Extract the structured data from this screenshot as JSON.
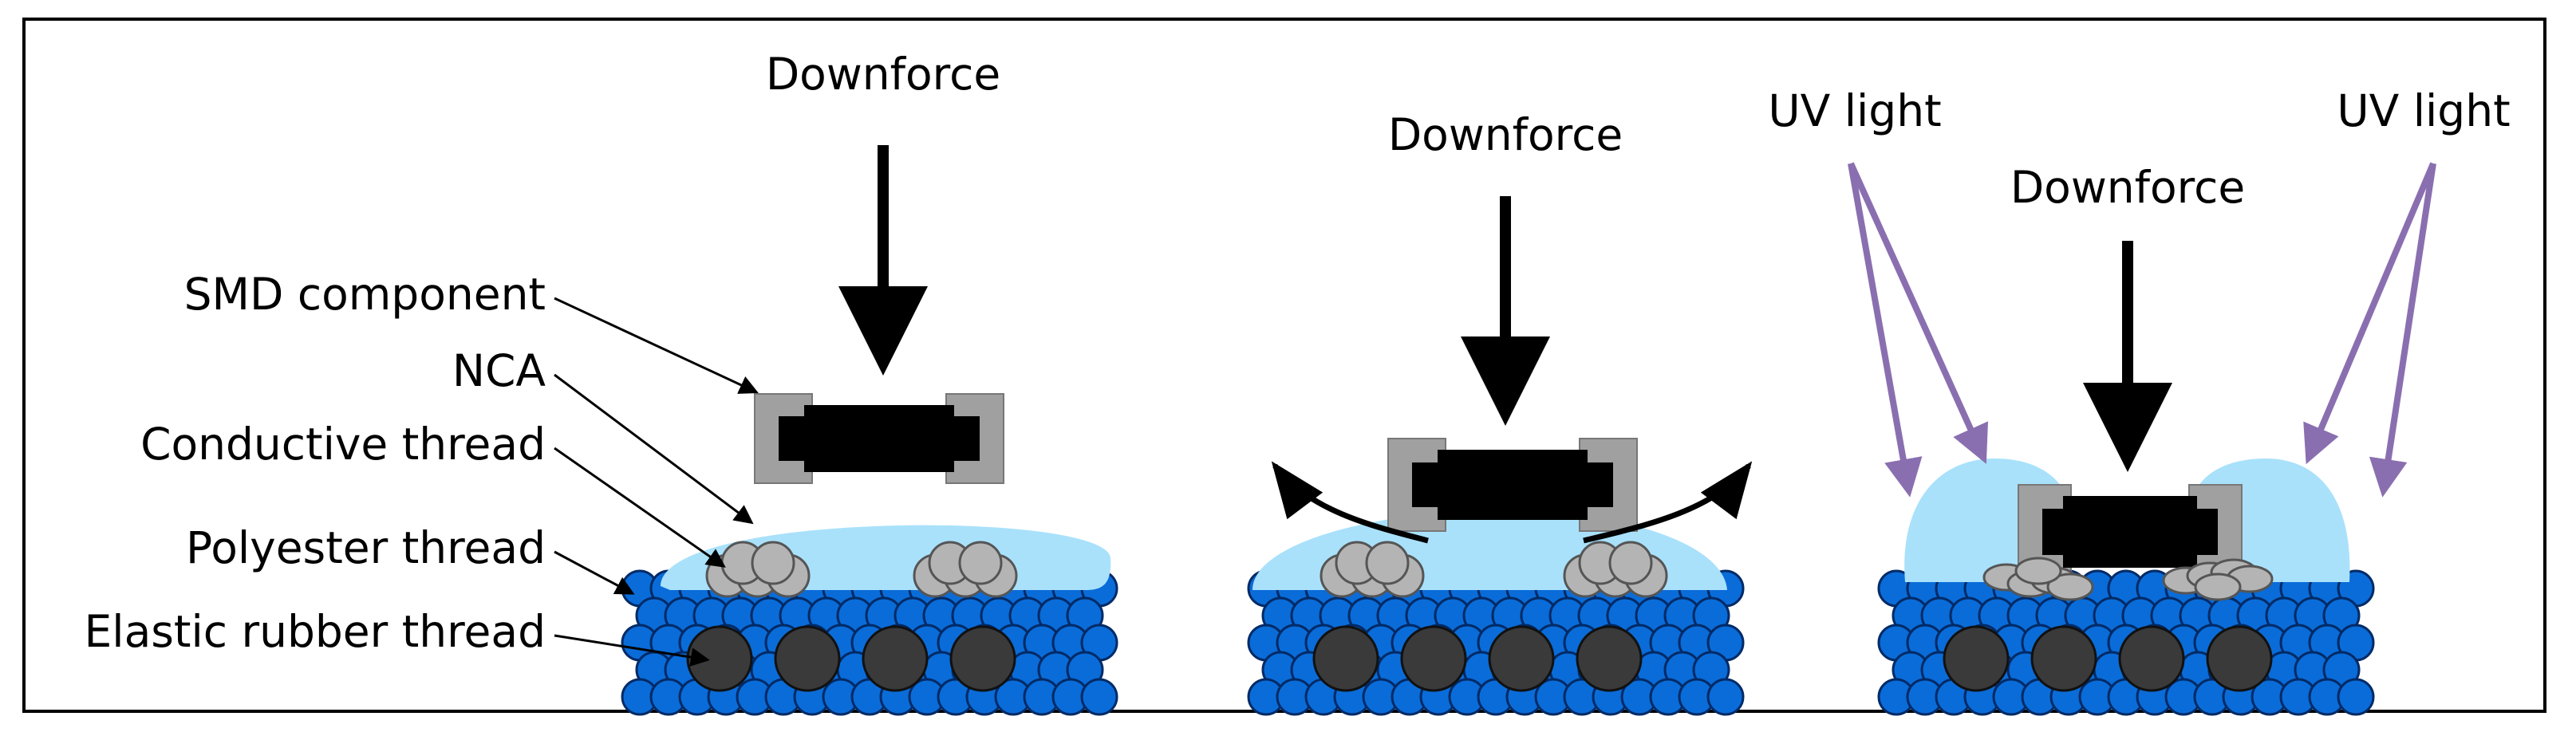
{
  "labels": {
    "smd": "SMD component",
    "nca": "NCA",
    "conductive": "Conductive thread",
    "polyester": "Polyester thread",
    "rubber": "Elastic rubber thread",
    "downforce_1": "Downforce",
    "downforce_2": "Downforce",
    "downforce_3": "Downforce",
    "uv_left": "UV light",
    "uv_right": "UV light"
  },
  "colors": {
    "polyester": "#0a6cd8",
    "polyester_stroke": "#002a66",
    "rubber": "#3a3a3a",
    "conductive": "#b4b4b4",
    "nca": "#a9e1fb",
    "component_body": "#000000",
    "component_pad": "#a0a0a0",
    "uv": "#8a6fb0",
    "arrow": "#000000"
  },
  "panels": [
    "before-pressing",
    "pressing",
    "uv-curing"
  ]
}
